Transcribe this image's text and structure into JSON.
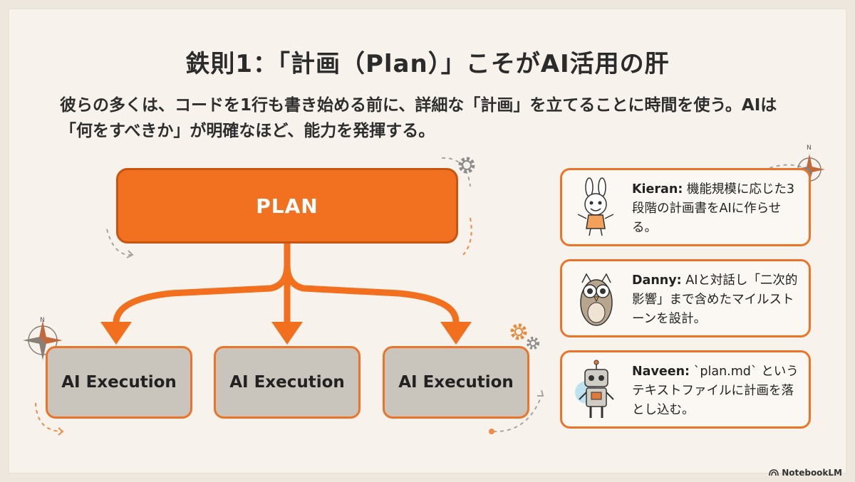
{
  "title": "鉄則1：「計画（Plan）」こそがAI活用の肝",
  "subtitle": "彼らの多くは、コードを1行も書き始める前に、詳細な「計画」を立てることに時間を使う。AIは「何をすべきか」が明確なほど、能力を発揮する。",
  "diagram": {
    "plan_label": "PLAN",
    "executions": [
      "AI Execution",
      "AI Execution",
      "AI Execution"
    ],
    "compass_letter": "N"
  },
  "cards": [
    {
      "name": "Kieran:",
      "text": " 機能規模に応じた3段階の計画書をAIに作らせる。",
      "avatar": "rabbit-avatar"
    },
    {
      "name": "Danny:",
      "text": " AIと対話し「二次的影響」まで含めたマイルストーンを設計。",
      "avatar": "owl-avatar"
    },
    {
      "name": "Naveen:",
      "text": " `plan.md` というテキストファイルに計画を落とし込む。",
      "avatar": "robot-avatar"
    }
  ],
  "footer": {
    "brand": "NotebookLM",
    "icon": "notebooklm-logo-icon"
  },
  "colors": {
    "accent": "#f27120",
    "exec_fill": "#c9c4bc",
    "background": "#f7f3ec"
  }
}
